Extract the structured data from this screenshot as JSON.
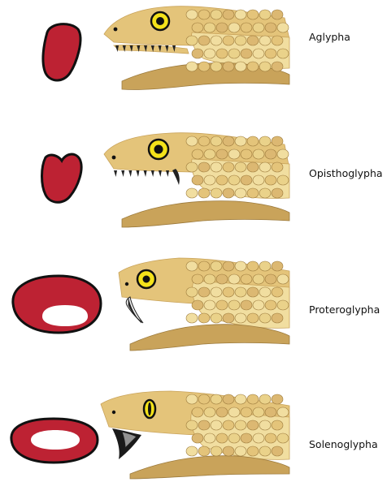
{
  "colors": {
    "fang_section_fill": "#bd2233",
    "fang_section_outline": "#111111",
    "canal_fill": "#ffffff",
    "scale_light": "#f1dea0",
    "scale_mid": "#e4c47a",
    "scale_dark": "#c9a35a",
    "scale_shadow": "#9c7a3c",
    "eye_iris": "#f4e21a",
    "pupil": "#111111",
    "tooth": "#222222",
    "fang_white": "#f4f4f4"
  },
  "types": [
    {
      "key": "aglypha",
      "label": "Aglypha",
      "section_shape": "solid-oval",
      "teeth": "ungrooved-row",
      "fang": "none"
    },
    {
      "key": "opisthoglypha",
      "label": "Opisthoglypha",
      "section_shape": "grooved-notch",
      "teeth": "row-with-rear-fang",
      "fang": "rear"
    },
    {
      "key": "proteroglypha",
      "label": "Proteroglypha",
      "section_shape": "oval-with-canal",
      "teeth": "front-fixed-fang",
      "fang": "front-fixed"
    },
    {
      "key": "solenoglypha",
      "label": "Solenoglypha",
      "section_shape": "oval-with-large-canal",
      "teeth": "front-folding-fang",
      "fang": "front-hinged"
    }
  ]
}
